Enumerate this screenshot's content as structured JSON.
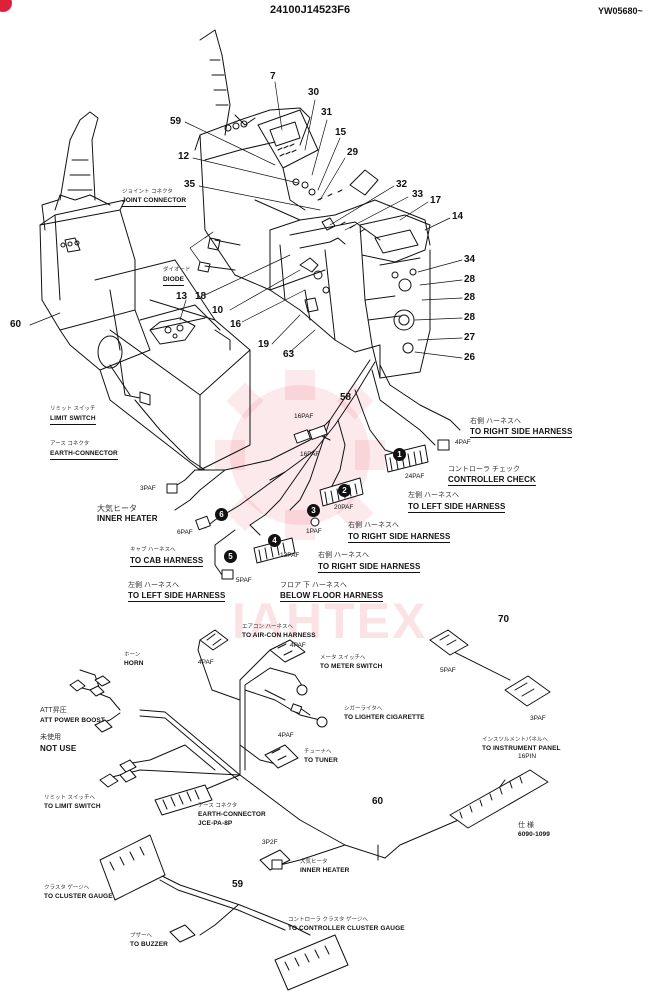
{
  "header": {
    "doc_number": "24100J14523F6",
    "serial": "YW05680~"
  },
  "watermark": {
    "brand": "IAHTEX"
  },
  "callouts": [
    "7",
    "30",
    "31",
    "15",
    "29",
    "59",
    "12",
    "35",
    "32",
    "33",
    "17",
    "14",
    "34",
    "28",
    "28",
    "28",
    "27",
    "26",
    "13",
    "18",
    "10",
    "16",
    "19",
    "63",
    "60",
    "58",
    "70",
    "60",
    "59"
  ],
  "connectors": {
    "c16paf_a": "16PAF",
    "c16paf_b": "16PAF",
    "c4paf_a": "4PAF",
    "c24paf": "24PAF",
    "c3paf": "3PAF",
    "c20paf": "20PAF",
    "c1paf": "1PAF",
    "c6paf": "6PAF",
    "c13paf": "13PAF",
    "c5paf": "5PAF",
    "c4paf_b": "4PAF",
    "c4paf_c": "4PAF",
    "c4paf_d": "4PAF",
    "c3p2f": "3P2F",
    "c5paf_b": "5PAF",
    "c3paf_b": "3PAF",
    "c16pin": "16PIN"
  },
  "labels": {
    "joint_connector": "JOINT CONNECTOR",
    "diode": "DIODE",
    "limit_switch": "LIMIT SWITCH",
    "earth_connector": "EARTH-CONNECTOR",
    "inner_heater": "INNER HEATER",
    "to_cab_harness": "TO CAB HARNESS",
    "to_left_side_harness_a": "TO LEFT SIDE HARNESS",
    "below_floor_harness": "BELOW FLOOR HARNESS",
    "to_right_side_harness_a": "TO RIGHT SIDE HARNESS",
    "to_right_side_harness_b": "TO RIGHT SIDE HARNESS",
    "to_right_side_harness_c": "TO RIGHT SIDE HARNESS",
    "controller_check": "CONTROLLER CHECK",
    "to_left_side_harness_b": "TO LEFT SIDE HARNESS",
    "to_air_con_harness": "TO AIR-CON HARNESS",
    "horn": "HORN",
    "to_meter_switch": "TO METER SWITCH",
    "att_power_boost": "ATT POWER BOOST",
    "not_use": "NOT USE",
    "to_lighter_cigarette": "TO LIGHTER CIGARETTE",
    "to_tuner": "TO TUNER",
    "to_instrument_panel": "TO INSTRUMENT PANEL",
    "to_limit_switch": "TO LIMIT SWITCH",
    "earth_connector_b": "EARTH-CONNECTOR",
    "earth_part": "JCE-PA-8P",
    "inner_heater_b": "INNER HEATER",
    "part_no": "6090-1099",
    "to_cluster_gauge": "TO CLUSTER GAUGE",
    "to_buzzer": "TO BUZZER",
    "to_controller_cluster_gauge": "TO CONTROLLER CLUSTER GAUGE"
  },
  "jp_labels": {
    "joint": "ジョイント コネクタ",
    "diode": "ダイオード",
    "limit": "リミット スイッチ",
    "earth": "アース コネクタ",
    "heater": "大気ヒータ",
    "cab": "キャブ ハーネスへ",
    "left_a": "左側 ハーネスへ",
    "below": "フロア 下 ハーネスへ",
    "right_a": "右側 ハーネスへ",
    "right_b": "右側 ハーネスへ",
    "right_c": "右側 ハーネスへ",
    "check": "コントローラ チェック",
    "left_b": "左側 ハーネスへ",
    "aircon": "エアコン ハーネスへ",
    "horn": "ホーン",
    "meter": "メータ スイッチへ",
    "att": "ATT昇圧",
    "notuse": "未使用",
    "lighter": "シガーライタへ",
    "tuner": "チューナへ",
    "panel": "インスツルメントパネルへ",
    "limit_b": "リミット スイッチへ",
    "earth_b": "アース コネクタ",
    "heater_b": "大気ヒータ",
    "spec": "仕 様",
    "cluster": "クラスタ ゲージへ",
    "buzzer": "ブザーへ",
    "ctrl": "コントローラ クラスタ ゲージへ"
  },
  "colors": {
    "ink": "#111111",
    "watermark": "#e0203a"
  }
}
